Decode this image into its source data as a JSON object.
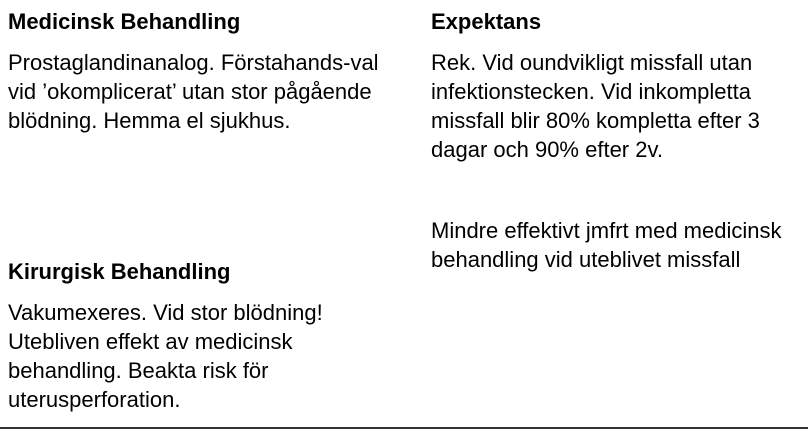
{
  "left": {
    "medicinsk": {
      "heading": "Medicinsk Behandling",
      "text": "Prostaglandinanalog. Förstahands-val vid ’okomplicerat’ utan stor pågående blödning. Hemma el sjukhus."
    },
    "kirurgisk": {
      "heading": "Kirurgisk Behandling",
      "text": "Vakumexeres. Vid stor blödning! Utebliven effekt av medicinsk behandling. Beakta risk för uterusperforation."
    }
  },
  "right": {
    "expektans": {
      "heading": "Expektans",
      "text1": "Rek. Vid oundvikligt missfall utan infektionstecken. Vid inkompletta missfall blir 80% kompletta efter 3 dagar och 90% efter 2v.",
      "text2": "Mindre effektivt jmfrt med medicinsk behandling vid uteblivet missfall"
    }
  }
}
